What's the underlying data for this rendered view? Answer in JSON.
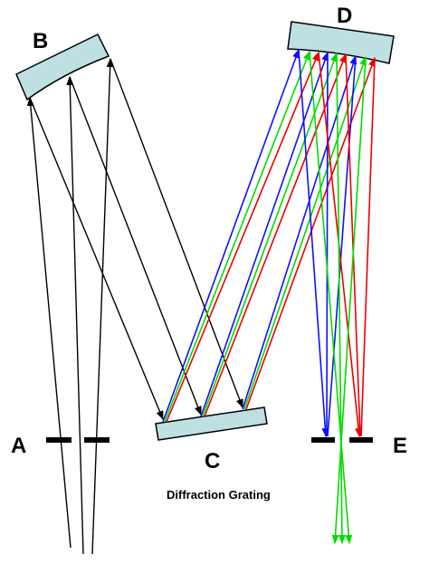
{
  "labels": {
    "A": "A",
    "B": "B",
    "C": "C",
    "D": "D",
    "E": "E",
    "caption": "Diffraction Grating"
  },
  "colors": {
    "mirror_fill": "#bfe0e3",
    "outline": "#000000",
    "ray_black": "#000000",
    "ray_blue": "#1010ff",
    "ray_green": "#00dd00",
    "ray_red": "#ee0000",
    "background": "#ffffff"
  }
}
